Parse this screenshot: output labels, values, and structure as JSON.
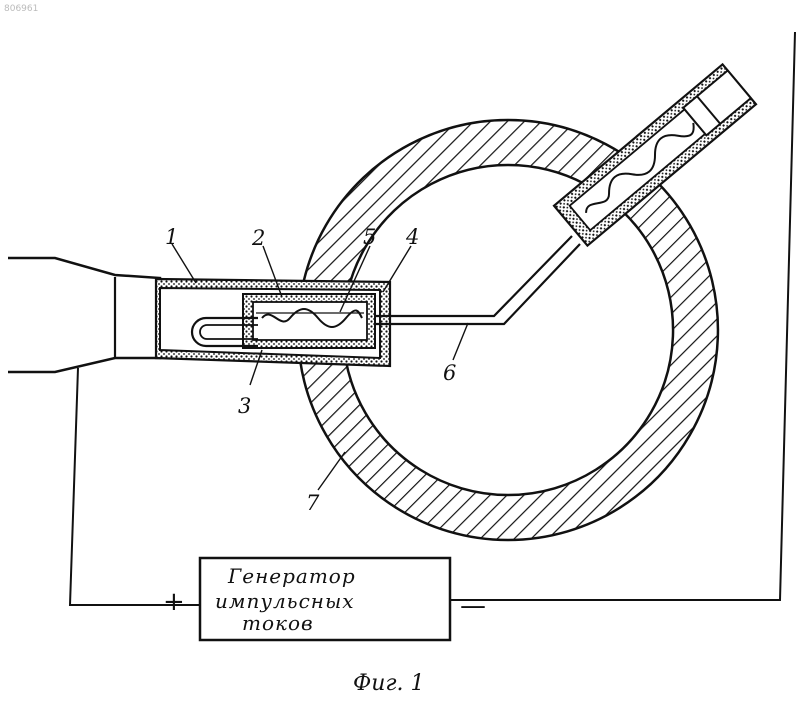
{
  "figure": {
    "corner_code": "806961",
    "caption": "Фиг. 1",
    "labels": [
      "1",
      "2",
      "5",
      "4",
      "3",
      "6",
      "7"
    ],
    "generator": {
      "line1": "Генератор",
      "line2": "импульсных",
      "line3": "токов"
    },
    "polarity": {
      "plus": "+",
      "minus": "—"
    }
  }
}
